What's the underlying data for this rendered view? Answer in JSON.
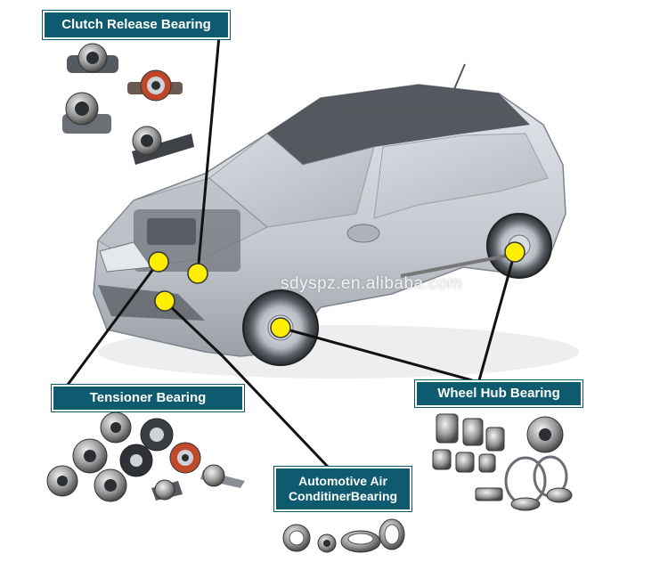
{
  "labels": {
    "clutch": "Clutch Release Bearing",
    "tensioner": "Tensioner Bearing",
    "wheel_hub": "Wheel Hub Bearing",
    "aircon": "Automotive Air\nConditinerBearing"
  },
  "watermark": "sdyspz.en.alibaba.com",
  "colors": {
    "label_bg": "#0e5a6e",
    "marker_fill": "#ffee00",
    "line": "#111111",
    "car_body": "#c9ccd1"
  }
}
